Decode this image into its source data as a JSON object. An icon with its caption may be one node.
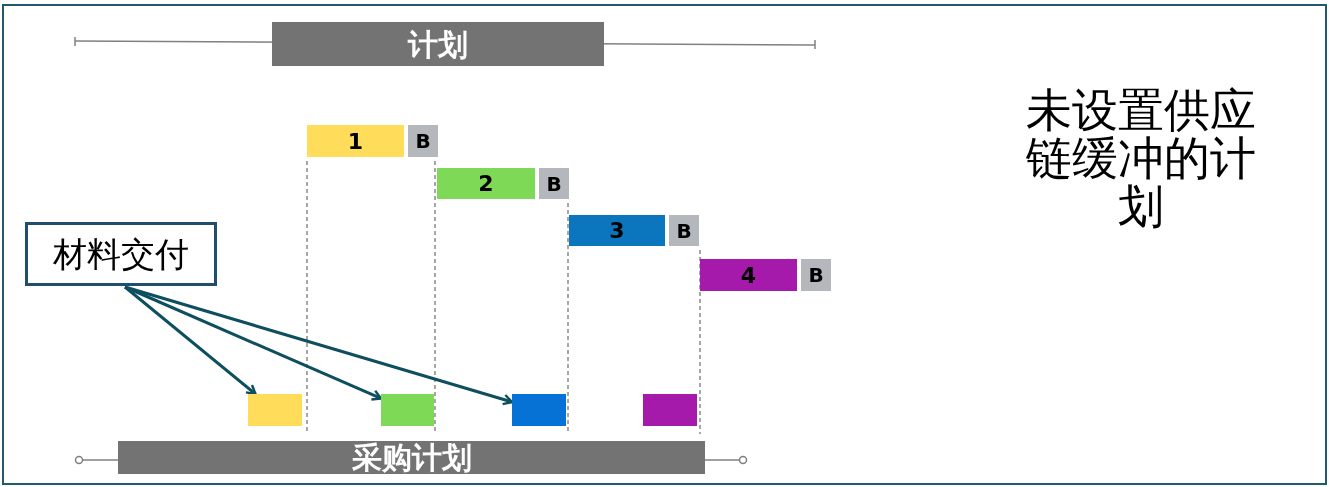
{
  "diagram": {
    "nodes": [
      {
        "text": [
          "计划"
        ]
      },
      {
        "text": [
          "1"
        ]
      },
      {
        "text": [
          "B"
        ]
      },
      {
        "text": [
          "2"
        ]
      },
      {
        "text": [
          "B"
        ]
      },
      {
        "text": [
          "3"
        ]
      },
      {
        "text": [
          "B"
        ]
      },
      {
        "text": [
          "4"
        ]
      },
      {
        "text": [
          "B"
        ]
      },
      {
        "text": [
          "材料交付"
        ]
      },
      {
        "text": [],
        "shape": "bar"
      },
      {
        "text": [],
        "shape": "bar"
      },
      {
        "text": [],
        "shape": "bar"
      },
      {
        "text": [],
        "shape": "bar"
      },
      {
        "text": [
          "采购计划"
        ]
      }
    ],
    "edges": [
      {
        "from": 9,
        "to": 10,
        "arrow": "to"
      },
      {
        "from": 9,
        "to": 11,
        "arrow": "to"
      },
      {
        "from": 9,
        "to": 12,
        "arrow": "to"
      }
    ],
    "labels": [
      "未设置供应链缓冲的计划"
    ]
  }
}
